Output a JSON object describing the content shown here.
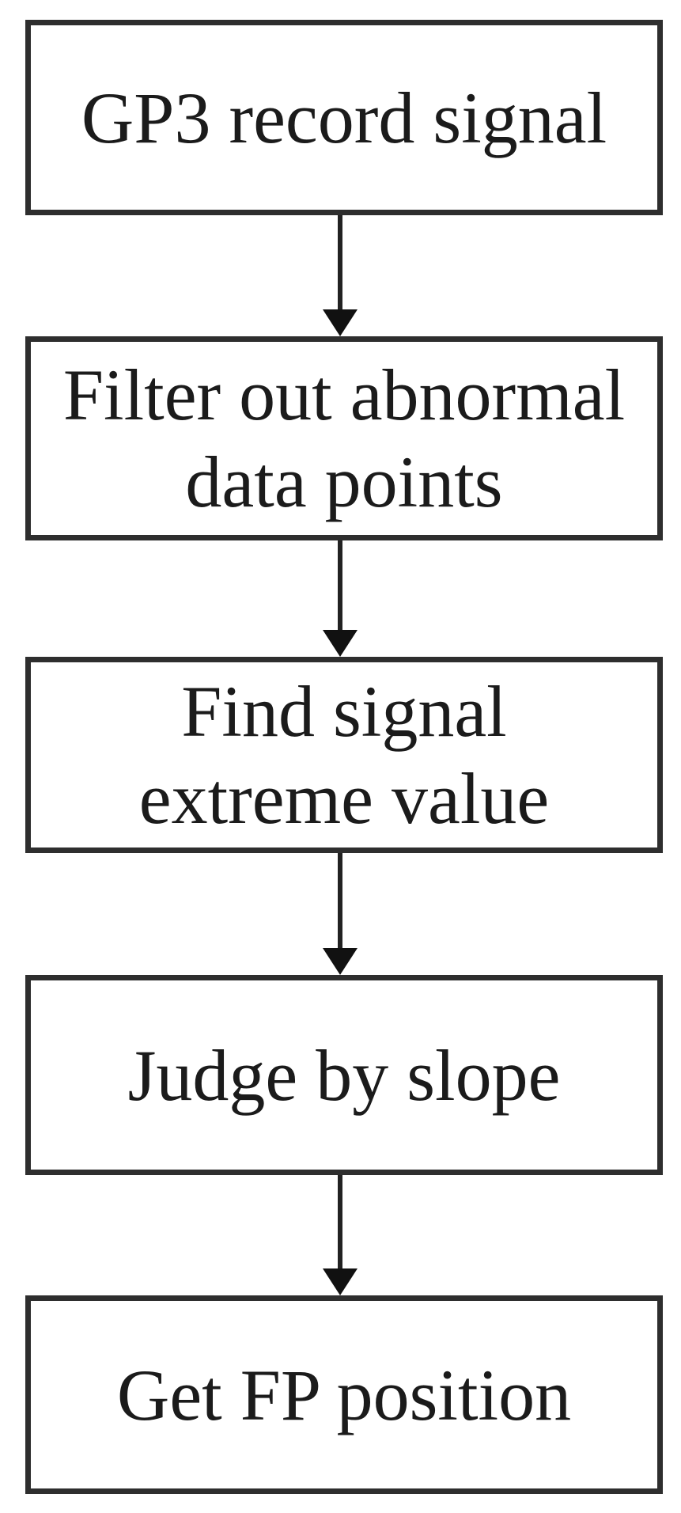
{
  "figure": {
    "type": "flowchart",
    "background_color": "#ffffff",
    "box_border_color": "#2e2e2e",
    "text_color": "#1b1b1b",
    "arrow_color": "#222222",
    "nodes": [
      {
        "lines": [
          "GP3 record signal"
        ]
      },
      {
        "lines": [
          "Filter out abnormal",
          "data points"
        ]
      },
      {
        "lines": [
          "Find signal",
          "extreme value"
        ]
      },
      {
        "lines": [
          "Judge by slope"
        ]
      },
      {
        "lines": [
          "Get FP position"
        ]
      }
    ],
    "connections": [
      {
        "from": "GP3 record signal",
        "to": "Filter out abnormal data points"
      },
      {
        "from": "Filter out abnormal data points",
        "to": "Find signal extreme value"
      },
      {
        "from": "Find signal extreme value",
        "to": "Judge by slope"
      },
      {
        "from": "Judge by slope",
        "to": "Get FP position"
      }
    ]
  }
}
